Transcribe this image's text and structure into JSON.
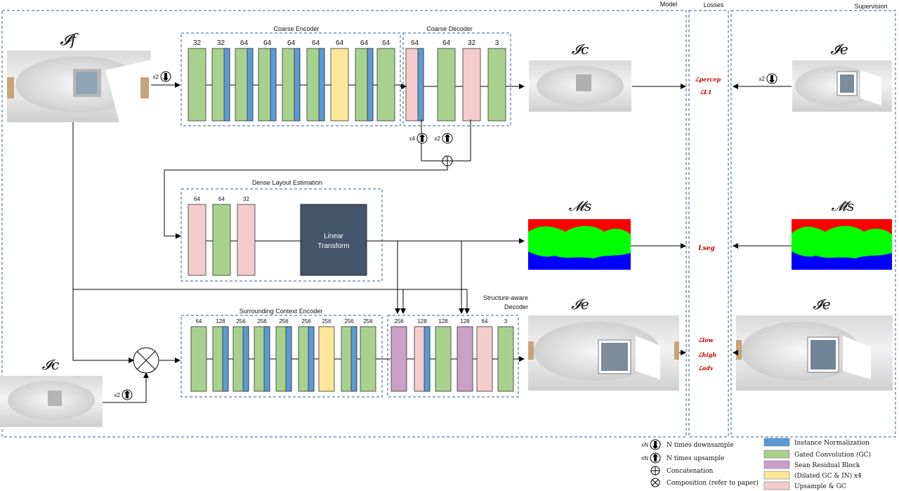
{
  "headers": {
    "model": "Model",
    "losses": "Losses",
    "supervision": "Supervision"
  },
  "modules": {
    "coarse_encoder": "Coarse Encoder",
    "coarse_decoder": "Coarse Decoder",
    "dense_layout": "Dense Layout Estimation",
    "context_encoder": "Surrounding Context Encoder",
    "structure_decoder_1": "Structure-aware",
    "structure_decoder_2": "Decoder",
    "linear_transform_1": "Linear",
    "linear_transform_2": "Transform"
  },
  "symbols": {
    "input": "𝓘f",
    "coarse": "𝓘c",
    "target": "𝓘̄e",
    "seg": "𝓜s",
    "seg_gt": "𝓜̄s",
    "output": "𝓘e",
    "target_bottom": "𝓘̄e",
    "coarse_bottom": "𝓘c"
  },
  "losses": {
    "percep": "ℒpercep",
    "l1": "ℒL1",
    "seg": "Lseg",
    "low": "ℒlow",
    "high": "ℒhigh",
    "adv": "ℒadv"
  },
  "colors": {
    "instance_norm": "#5b9bd5",
    "gated_conv": "#a9d18e",
    "sean": "#c9a0c8",
    "dilated": "#ffe699",
    "upsample": "#f4cccc",
    "linear": "#44546a"
  },
  "coarse_encoder": [
    {
      "ch": "32",
      "type": "gc"
    },
    {
      "ch": "32",
      "type": "gc_in"
    },
    {
      "ch": "64",
      "type": "gc_in"
    },
    {
      "ch": "64",
      "type": "gc_in"
    },
    {
      "ch": "64",
      "type": "gc_in"
    },
    {
      "ch": "64",
      "type": "gc_in"
    },
    {
      "ch": "64",
      "type": "dilated"
    },
    {
      "ch": "64",
      "type": "gc_in"
    },
    {
      "ch": "64",
      "type": "gc"
    }
  ],
  "coarse_decoder": [
    {
      "ch": "64",
      "type": "up_in"
    },
    {
      "ch": "64",
      "type": "gc"
    },
    {
      "ch": "32",
      "type": "up"
    },
    {
      "ch": "3",
      "type": "gc"
    }
  ],
  "dense_layout": [
    {
      "ch": "64",
      "type": "up"
    },
    {
      "ch": "64",
      "type": "gc"
    },
    {
      "ch": "32",
      "type": "up"
    }
  ],
  "context_encoder": [
    {
      "ch": "64",
      "type": "gc"
    },
    {
      "ch": "128",
      "type": "gc_in"
    },
    {
      "ch": "256",
      "type": "gc_in"
    },
    {
      "ch": "256",
      "type": "gc_in"
    },
    {
      "ch": "256",
      "type": "gc_in"
    },
    {
      "ch": "256",
      "type": "gc_in"
    },
    {
      "ch": "256",
      "type": "dilated"
    },
    {
      "ch": "256",
      "type": "gc_in"
    },
    {
      "ch": "256",
      "type": "gc"
    }
  ],
  "structure_decoder": [
    {
      "ch": "256",
      "type": "sean"
    },
    {
      "ch": "128",
      "type": "up_in"
    },
    {
      "ch": "128",
      "type": "gc"
    },
    {
      "ch": "128",
      "type": "sean"
    },
    {
      "ch": "64",
      "type": "up"
    },
    {
      "ch": "3",
      "type": "gc"
    }
  ],
  "samplers": [
    {
      "label": "x2",
      "dir": "down"
    },
    {
      "label": "x4",
      "dir": "up"
    },
    {
      "label": "x2",
      "dir": "up"
    },
    {
      "label": "x2",
      "dir": "down"
    },
    {
      "label": "x2",
      "dir": "up"
    }
  ],
  "legend": {
    "icons": [
      {
        "label": "xN",
        "dir": "down",
        "text": "N times downsample"
      },
      {
        "label": "xN",
        "dir": "up",
        "text": "N times upsample"
      },
      {
        "symbol": "concat",
        "text": "Concatenation"
      },
      {
        "symbol": "compose",
        "text": "Composition (refer to paper)"
      }
    ],
    "swatches": [
      {
        "color": "#5b9bd5",
        "text": "Instance Normalization"
      },
      {
        "color": "#a9d18e",
        "text": "Gated Convolution (GC)"
      },
      {
        "color": "#c9a0c8",
        "text": "Sean Residual Block"
      },
      {
        "color": "#ffe699",
        "text": "(Dilated GC & IN) x4"
      },
      {
        "color": "#f4cccc",
        "text": "Upsample & GC"
      }
    ]
  }
}
